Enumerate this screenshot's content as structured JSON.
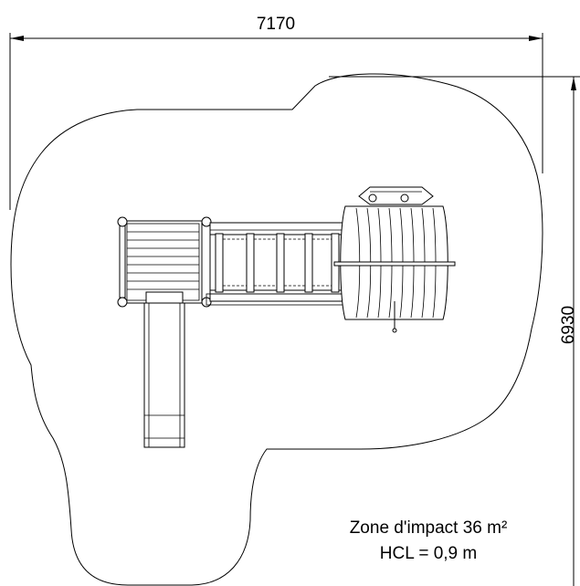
{
  "dimensions": {
    "width_label": "7170",
    "height_label": "6930"
  },
  "notes": {
    "impact_zone": "Zone d'impact 36 m²",
    "hcl": "HCL = 0,9 m"
  },
  "colors": {
    "line": "#000000",
    "background": "#ffffff"
  }
}
